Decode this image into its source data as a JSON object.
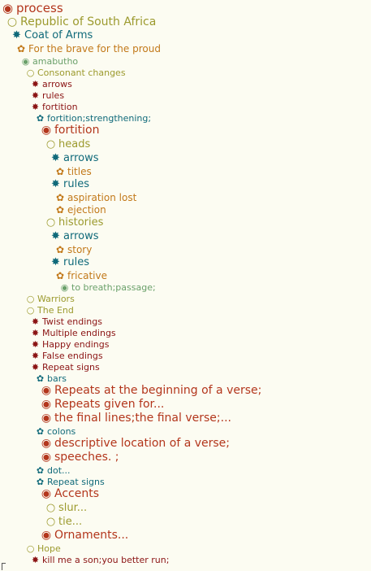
{
  "colors": {
    "background": "#fcfcf2",
    "red": "#b3361c",
    "olive": "#9c9a2e",
    "teal": "#106a7a",
    "orange": "#c2791a",
    "green": "#6aa06a",
    "dark_red": "#8b1414"
  },
  "icons": {
    "circle_dot": "◉",
    "circle": "○",
    "asterisk": "✸",
    "flower": "✿"
  },
  "nodes": [
    {
      "label": "process",
      "icon": "circle-dot-icon"
    },
    {
      "label": "Republic of South Africa",
      "icon": "circle-icon"
    },
    {
      "label": "Coat of Arms",
      "icon": "asterisk-icon"
    },
    {
      "label": "For the brave for the proud",
      "icon": "flower-icon"
    },
    {
      "label": "amabutho",
      "icon": "circle-dot-icon"
    },
    {
      "label": "Consonant changes",
      "icon": "circle-icon"
    },
    {
      "label": "arrows",
      "icon": "asterisk-icon"
    },
    {
      "label": "rules",
      "icon": "asterisk-icon"
    },
    {
      "label": "fortition",
      "icon": "asterisk-icon"
    },
    {
      "label": "fortition;strengthening;",
      "icon": "flower-icon"
    },
    {
      "label": "fortition",
      "icon": "circle-dot-icon"
    },
    {
      "label": "heads",
      "icon": "circle-icon"
    },
    {
      "label": "arrows",
      "icon": "asterisk-icon"
    },
    {
      "label": "titles",
      "icon": "flower-icon"
    },
    {
      "label": "rules",
      "icon": "asterisk-icon"
    },
    {
      "label": "aspiration lost",
      "icon": "flower-icon"
    },
    {
      "label": "ejection",
      "icon": "flower-icon"
    },
    {
      "label": "histories",
      "icon": "circle-icon"
    },
    {
      "label": "arrows",
      "icon": "asterisk-icon"
    },
    {
      "label": "story",
      "icon": "flower-icon"
    },
    {
      "label": "rules",
      "icon": "asterisk-icon"
    },
    {
      "label": "fricative",
      "icon": "flower-icon"
    },
    {
      "label": "to breath;passage;",
      "icon": "circle-dot-icon"
    },
    {
      "label": "Warriors",
      "icon": "circle-icon"
    },
    {
      "label": "The End",
      "icon": "circle-icon"
    },
    {
      "label": "Twist endings",
      "icon": "asterisk-icon"
    },
    {
      "label": "Multiple endings",
      "icon": "asterisk-icon"
    },
    {
      "label": "Happy endings",
      "icon": "asterisk-icon"
    },
    {
      "label": "False endings",
      "icon": "asterisk-icon"
    },
    {
      "label": "Repeat signs",
      "icon": "asterisk-icon"
    },
    {
      "label": "bars",
      "icon": "flower-icon"
    },
    {
      "label": "Repeats at the beginning of a verse;",
      "icon": "circle-dot-icon"
    },
    {
      "label": "Repeats given for...",
      "icon": "circle-dot-icon"
    },
    {
      "label": "the final lines;the final verse;...",
      "icon": "circle-dot-icon"
    },
    {
      "label": "colons",
      "icon": "flower-icon"
    },
    {
      "label": "descriptive location of a verse;",
      "icon": "circle-dot-icon"
    },
    {
      "label": "speeches. ;",
      "icon": "circle-dot-icon"
    },
    {
      "label": "dot...",
      "icon": "flower-icon"
    },
    {
      "label": "Repeat signs",
      "icon": "flower-icon"
    },
    {
      "label": "Accents",
      "icon": "circle-dot-icon"
    },
    {
      "label": "slur...",
      "icon": "circle-icon"
    },
    {
      "label": "tie...",
      "icon": "circle-icon"
    },
    {
      "label": "Ornaments...",
      "icon": "circle-dot-icon"
    },
    {
      "label": "Hope",
      "icon": "circle-icon"
    },
    {
      "label": "kill me a son;you better run;",
      "icon": "asterisk-icon"
    }
  ]
}
